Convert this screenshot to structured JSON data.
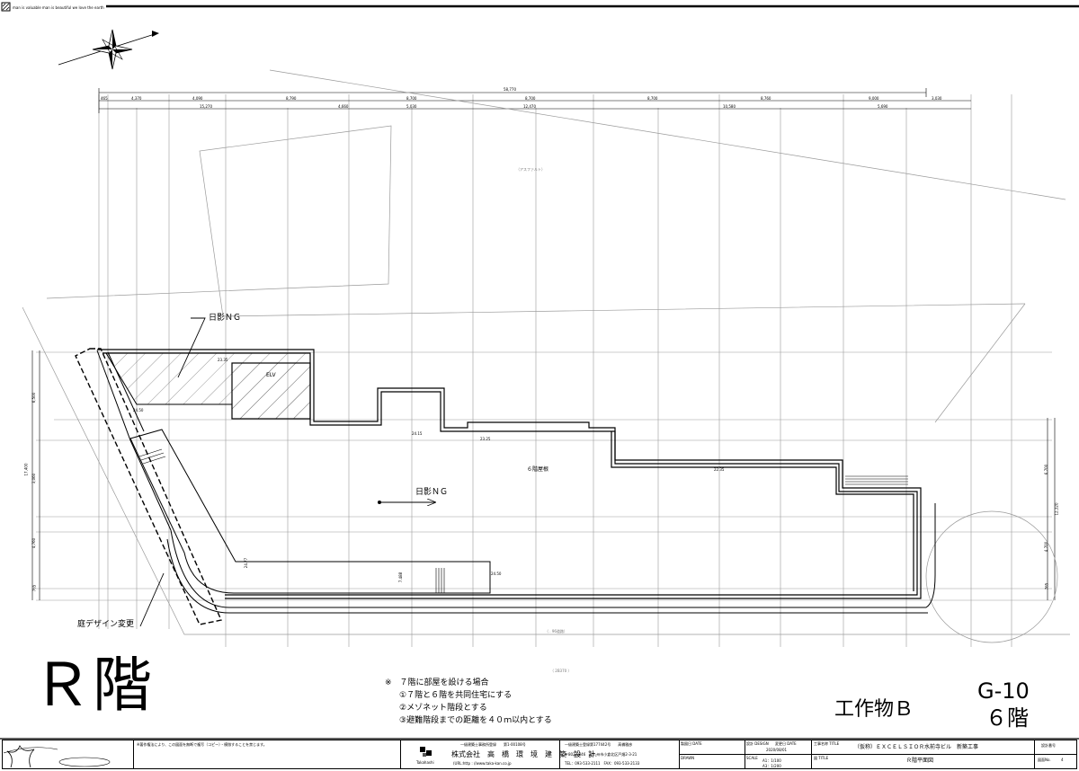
{
  "header": {
    "tagline": "man is valuable man is beautiful we love the earth"
  },
  "plan": {
    "overall_dimension": "58,770",
    "upper_dimensions": [
      "465",
      "4,370",
      "4,090",
      "8,790",
      "8,700",
      "8,700",
      "8,700",
      "8,760",
      "9,000",
      "3,030"
    ],
    "lower_dimensions": [
      "15,270",
      "4,660",
      "5,030",
      "12,470",
      "10,580",
      "5,690"
    ],
    "left_dimensions": [
      "17,400",
      "6,500",
      "3,060",
      "4,760",
      "765"
    ],
    "right_dimensions": [
      "6,700",
      "12,320",
      "4,700",
      "765"
    ],
    "inner_dimensions": [
      "23.35",
      "24.50",
      "24.15",
      "23.25",
      "22.35",
      "24.50",
      "24.77",
      "7.488"
    ],
    "labels": {
      "shadow_ng_top": "日影ＮＧ",
      "shadow_ng_center": "日影ＮＧ",
      "elevator": "ELV",
      "roof_6f": "６階屋根",
      "garden_change": "庭デザイン変更",
      "faint_north": "（アスファルト）",
      "faint_south_1": "（ . 96道路）",
      "faint_south_2": "（ 2B370 ）"
    }
  },
  "floor_mark": "Ｒ階",
  "notes": {
    "title": "※　７階に部屋を設ける場合",
    "items": [
      "①７階と６階を共同住宅にする",
      "②メゾネット階段とする",
      "③避難階段までの距離を４０ｍ以内とする"
    ]
  },
  "structure_label": "工作物Ｂ",
  "sheet_code": "G-10",
  "sheet_floor": "６階",
  "title_block": {
    "warning": "※著作権法により、この図面を無断で複写（コピー）・模倣することを禁じます。",
    "firm_license_1": "一級建築士事務所登録　　第1-00108号",
    "firm_license_2": "一級建築士登録第177442号　　高橋雅彦",
    "firm_logo_text": "Takahashi",
    "firm_name": "株式会社　高　橋　環　境　建　築　設　計",
    "firm_address": "〒802-0846　北九州市小倉北区戸畑2-3-21",
    "firm_url": "(URL:http : //www.taka-kan.co.jp",
    "firm_tel": "TEL：093-533-2111　FAX：093-533-2133",
    "design_date_label": "製図日 DATE",
    "design_by_label": "設計 DESIGN",
    "drawn_label": "DRAWN",
    "scale_label": "SCALE",
    "date_label": "変更日 DATE",
    "date_value": "2020/08/01",
    "scale_a1": "A1：1/100",
    "scale_a3": "A3：1/200",
    "project_label": "工事名称 TITLE",
    "project_name": "（仮称）ＥＸＣＥＬＳＩＯＲ水前寺ビル　新築工事",
    "drawing_label": "図 TITLE",
    "drawing_name": "Ｒ階平面図",
    "number_label": "設計番号",
    "sheet_no_label": "図面No.",
    "sheet_no_value": "4"
  },
  "colors": {
    "line": "#000000",
    "faint": "#9a9a9a",
    "hatch": "#555555",
    "background": "#ffffff"
  }
}
